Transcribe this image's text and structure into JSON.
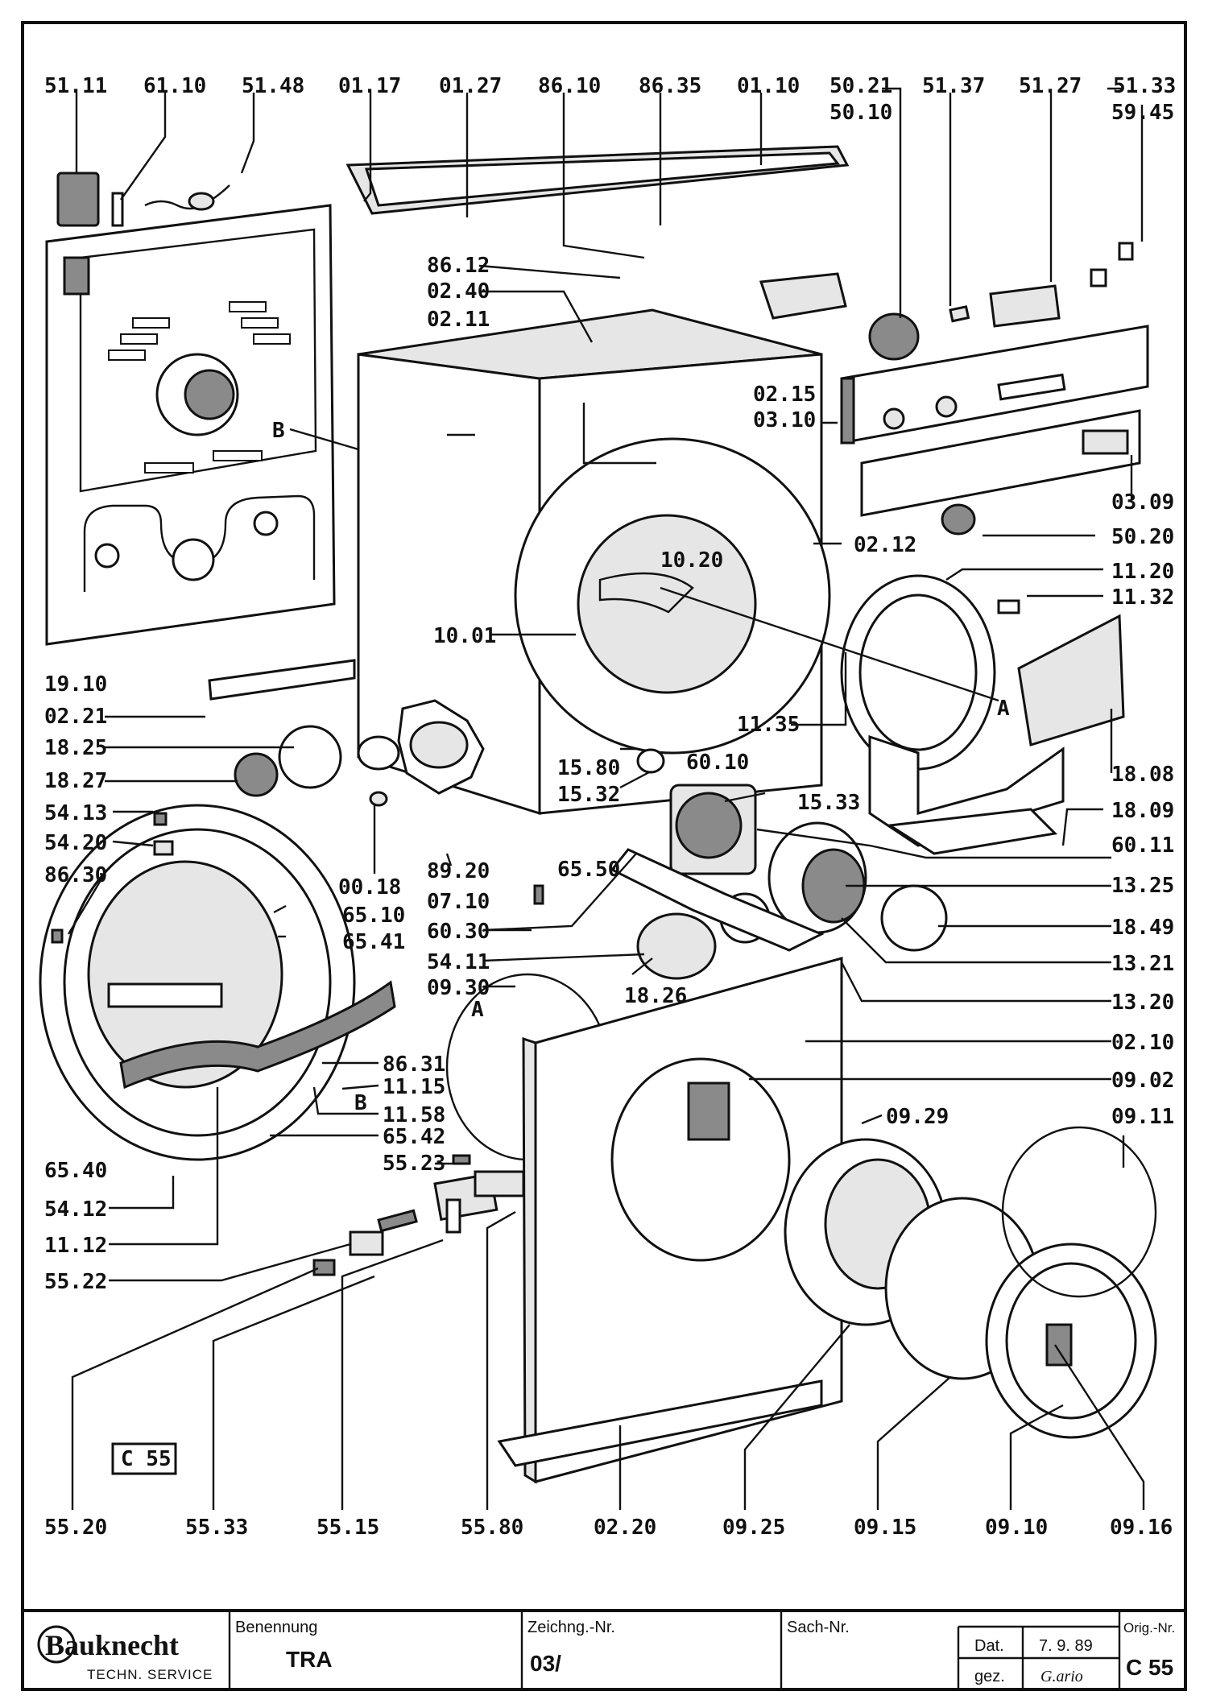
{
  "labels": [
    {
      "id": "51.11",
      "text": "51.11"
    },
    {
      "id": "61.10",
      "text": "61.10"
    },
    {
      "id": "51.48",
      "text": "51.48"
    },
    {
      "id": "01.17",
      "text": "01.17"
    },
    {
      "id": "01.27",
      "text": "01.27"
    },
    {
      "id": "86.10",
      "text": "86.10"
    },
    {
      "id": "86.35",
      "text": "86.35"
    },
    {
      "id": "01.10",
      "text": "01.10"
    },
    {
      "id": "50.21",
      "text": "50.21"
    },
    {
      "id": "50.10",
      "text": "50.10"
    },
    {
      "id": "51.37",
      "text": "51.37"
    },
    {
      "id": "51.27",
      "text": "51.27"
    },
    {
      "id": "51.33",
      "text": "51.33"
    },
    {
      "id": "59.45",
      "text": "59.45"
    },
    {
      "id": "86.12",
      "text": "86.12"
    },
    {
      "id": "02.40",
      "text": "02.40"
    },
    {
      "id": "02.11",
      "text": "02.11"
    },
    {
      "id": "02.15",
      "text": "02.15"
    },
    {
      "id": "03.10",
      "text": "03.10"
    },
    {
      "id": "03.09",
      "text": "03.09"
    },
    {
      "id": "50.20",
      "text": "50.20"
    },
    {
      "id": "02.12",
      "text": "02.12"
    },
    {
      "id": "10.20",
      "text": "10.20"
    },
    {
      "id": "11.20",
      "text": "11.20"
    },
    {
      "id": "11.32",
      "text": "11.32"
    },
    {
      "id": "10.01",
      "text": "10.01"
    },
    {
      "id": "19.10",
      "text": "19.10"
    },
    {
      "id": "02.21",
      "text": "02.21"
    },
    {
      "id": "18.25",
      "text": "18.25"
    },
    {
      "id": "18.27",
      "text": "18.27"
    },
    {
      "id": "11.35",
      "text": "11.35"
    },
    {
      "id": "18.08",
      "text": "18.08"
    },
    {
      "id": "15.80",
      "text": "15.80"
    },
    {
      "id": "60.10",
      "text": "60.10"
    },
    {
      "id": "15.32",
      "text": "15.32"
    },
    {
      "id": "15.33",
      "text": "15.33"
    },
    {
      "id": "18.09",
      "text": "18.09"
    },
    {
      "id": "54.13",
      "text": "54.13"
    },
    {
      "id": "54.20",
      "text": "54.20"
    },
    {
      "id": "86.30",
      "text": "86.30"
    },
    {
      "id": "00.18",
      "text": "00.18"
    },
    {
      "id": "89.20",
      "text": "89.20"
    },
    {
      "id": "60.11",
      "text": "60.11"
    },
    {
      "id": "65.50",
      "text": "65.50"
    },
    {
      "id": "13.25",
      "text": "13.25"
    },
    {
      "id": "65.10",
      "text": "65.10"
    },
    {
      "id": "07.10",
      "text": "07.10"
    },
    {
      "id": "65.41",
      "text": "65.41"
    },
    {
      "id": "60.30",
      "text": "60.30"
    },
    {
      "id": "18.49",
      "text": "18.49"
    },
    {
      "id": "54.11",
      "text": "54.11"
    },
    {
      "id": "13.21",
      "text": "13.21"
    },
    {
      "id": "09.30",
      "text": "09.30"
    },
    {
      "id": "18.26",
      "text": "18.26"
    },
    {
      "id": "13.20",
      "text": "13.20"
    },
    {
      "id": "02.10",
      "text": "02.10"
    },
    {
      "id": "86.31",
      "text": "86.31"
    },
    {
      "id": "11.15",
      "text": "11.15"
    },
    {
      "id": "09.02",
      "text": "09.02"
    },
    {
      "id": "11.58",
      "text": "11.58"
    },
    {
      "id": "09.29",
      "text": "09.29"
    },
    {
      "id": "65.42",
      "text": "65.42"
    },
    {
      "id": "09.11",
      "text": "09.11"
    },
    {
      "id": "65.40",
      "text": "65.40"
    },
    {
      "id": "55.23",
      "text": "55.23"
    },
    {
      "id": "54.12",
      "text": "54.12"
    },
    {
      "id": "11.12",
      "text": "11.12"
    },
    {
      "id": "55.22",
      "text": "55.22"
    },
    {
      "id": "55.20",
      "text": "55.20"
    },
    {
      "id": "55.33",
      "text": "55.33"
    },
    {
      "id": "55.15",
      "text": "55.15"
    },
    {
      "id": "55.80",
      "text": "55.80"
    },
    {
      "id": "02.20",
      "text": "02.20"
    },
    {
      "id": "09.25",
      "text": "09.25"
    },
    {
      "id": "09.15",
      "text": "09.15"
    },
    {
      "id": "09.10",
      "text": "09.10"
    },
    {
      "id": "09.16",
      "text": "09.16"
    }
  ],
  "letters": {
    "b_upper": "B",
    "a_right": "A",
    "a_left": "A",
    "b_lower": "B"
  },
  "sheet_code_box": "C 55",
  "title_block": {
    "brand_name": "Bauknecht",
    "brand_sub": "TECHN. SERVICE",
    "benennung_caption": "Benennung",
    "benennung_value": "TRA",
    "zeichng_caption": "Zeichng.-Nr.",
    "zeichng_value": "03/",
    "sach_caption": "Sach-Nr.",
    "sach_value": "",
    "dat_caption": "Dat.",
    "dat_value": "7. 9. 89",
    "gez_caption": "gez.",
    "gez_value": "G.ario",
    "orig_caption": "Orig.-Nr.",
    "orig_value": "C 55"
  }
}
